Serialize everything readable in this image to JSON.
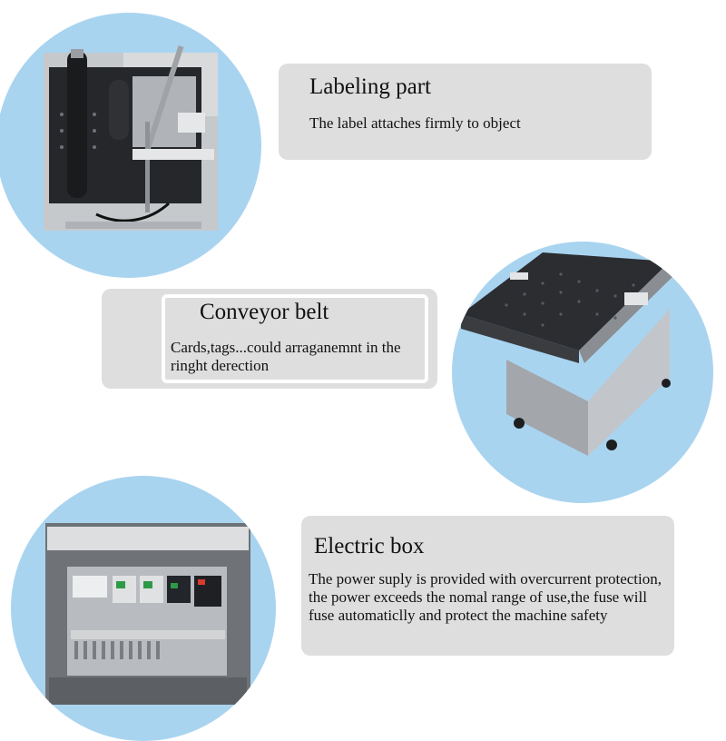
{
  "features": [
    {
      "title": "Labeling part",
      "description": "The label attaches firmly to object",
      "photo": "labeling-part-photo"
    },
    {
      "title": "Conveyor belt",
      "description": "Cards,tags...could arraganemnt in the ringht derection",
      "photo": "conveyor-belt-photo"
    },
    {
      "title": "Electric box",
      "description": "The power suply is provided with overcurrent protection, the power exceeds the nomal range of use,the fuse will fuse automaticlly and protect the machine safety",
      "photo": "electric-box-photo"
    }
  ],
  "colors": {
    "circle_bg": "#a9d4f0",
    "card_bg": "#dedede",
    "belt": "#2b2d31",
    "steel": "#b9bcc0"
  }
}
